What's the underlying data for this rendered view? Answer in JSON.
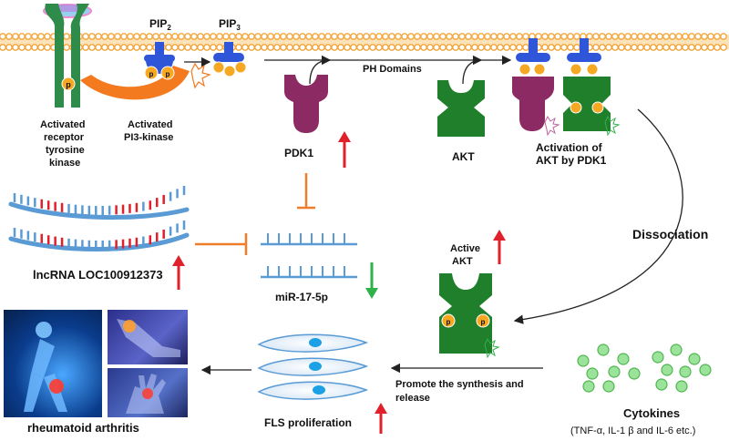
{
  "labels": {
    "pip2": "PIP",
    "pip2_sub": "2",
    "pip3": "PIP",
    "pip3_sub": "3",
    "ph_domains": "PH Domains",
    "receptor": [
      "Activated",
      "receptor",
      "tyrosine",
      "kinase"
    ],
    "pi3k": [
      "Activated",
      "PI3-kinase"
    ],
    "pdk1": "PDK1",
    "akt": "AKT",
    "activation": [
      "Activation of",
      "AKT by PDK1"
    ],
    "dissociation": "Dissociation",
    "active_akt": [
      "Active",
      "AKT"
    ],
    "lncrna": "lncRNA LOC100912373",
    "mirna": "miR-17-5p",
    "promote": [
      "Promote the synthesis and",
      "release"
    ],
    "cytokines": "Cytokines",
    "cytokines_detail": "(TNF-α, IL-1 β and IL-6 etc.)",
    "fls": "FLS proliferation",
    "ra": "rheumatoid arthritis",
    "p": "p"
  },
  "colors": {
    "membrane": "#f4a53a",
    "receptor_green": "#2e8b4a",
    "pi3k_orange": "#f47a1f",
    "pip_blue": "#2f56d8",
    "phosphate": "#f7a823",
    "pdk1_purple": "#8c2a63",
    "akt_green": "#1f7f2b",
    "rna_blue": "#5a9bd5",
    "rna_red": "#e0202a",
    "up_arrow": "#e0202a",
    "down_arrow": "#2fb24a",
    "inhibit": "#f07d2a",
    "cytokine_green": "#9be39b",
    "cell_blue": "#1ca0e6"
  },
  "icons": {
    "up": "up-arrow-icon",
    "down": "down-arrow-icon",
    "inhibit": "inhibit-arrow-icon"
  }
}
